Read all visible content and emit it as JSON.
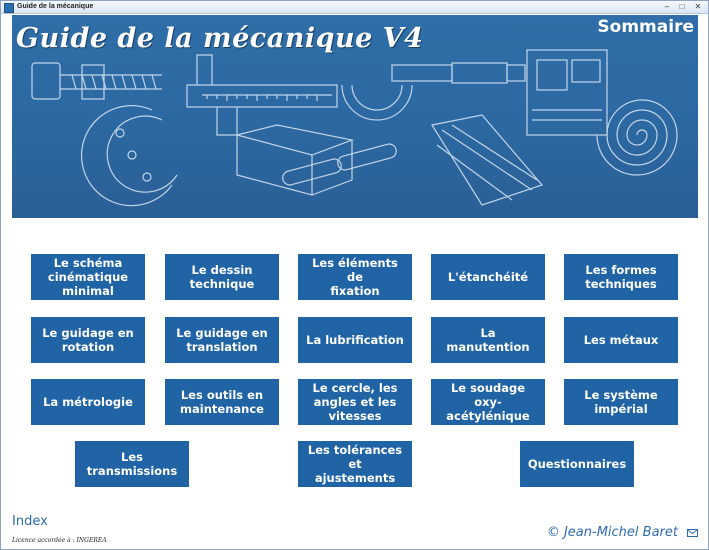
{
  "window": {
    "title": "Guide de la mécanique",
    "controls": {
      "minimize": "–",
      "maximize": "□",
      "close": "✕"
    }
  },
  "banner": {
    "title": "Guide de la mécanique V4",
    "summary": "Sommaire",
    "illustration_icon": "mechanical-drawings-illustration"
  },
  "menu": {
    "row1": [
      "Le schéma\ncinématique\nminimal",
      "Le dessin\ntechnique",
      "Les éléments de\nfixation",
      "L'étanchéité",
      "Les formes\ntechniques"
    ],
    "row2": [
      "Le guidage en\nrotation",
      "Le guidage en\ntranslation",
      "La lubrification",
      "La manutention",
      "Les métaux"
    ],
    "row3": [
      "La métrologie",
      "Les outils en\nmaintenance",
      "Le cercle, les\nangles et les\nvitesses",
      "Le soudage oxy-\nacétylénique",
      "Le système\nimpérial"
    ],
    "row4": [
      "Les transmissions",
      "Les tolérances et\najustements",
      "Questionnaires"
    ]
  },
  "footer": {
    "index": "Index",
    "license": "Licence accordée à : INGEREA",
    "copyright": "© Jean-Michel Baret",
    "mail_icon": "envelope-icon"
  },
  "colors": {
    "button_bg": "#2064a5",
    "banner_bg": "#2c67a0",
    "link": "#2f6bb0"
  }
}
